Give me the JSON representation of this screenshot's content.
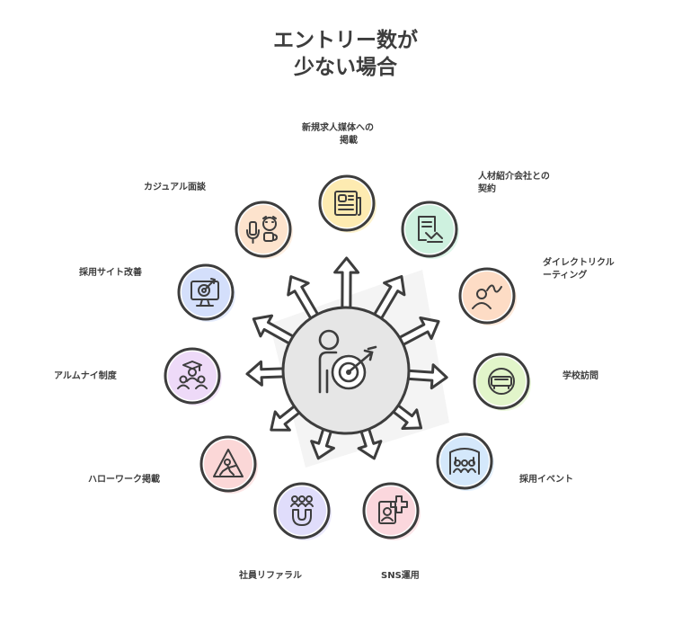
{
  "title_lines": [
    "エントリー数が",
    "少ない場合"
  ],
  "center": {
    "icon": "person-target-icon",
    "fill": "#e6e6e6"
  },
  "nodes": [
    {
      "id": "media",
      "label_lines": [
        "新規求人媒体への",
        "掲載"
      ],
      "icon": "newspaper-icon",
      "color": "#fde9a8"
    },
    {
      "id": "agency",
      "label_lines": [
        "人材紹介会社との",
        "契約"
      ],
      "icon": "contract-handshake-icon",
      "color": "#c9f0dc"
    },
    {
      "id": "direct",
      "label_lines": [
        "ダイレクトリクル",
        "ーティング"
      ],
      "icon": "person-connection-icon",
      "color": "#fdd8bf"
    },
    {
      "id": "school",
      "label_lines": [
        "学校訪問"
      ],
      "icon": "bus-icon",
      "color": "#dff4c4"
    },
    {
      "id": "event",
      "label_lines": [
        "採用イベント"
      ],
      "icon": "event-hall-icon",
      "color": "#cfe6fb"
    },
    {
      "id": "sns",
      "label_lines": [
        "SNS運用"
      ],
      "icon": "profile-plus-icon",
      "color": "#fbd3d9"
    },
    {
      "id": "referral",
      "label_lines": [
        "社員リファラル"
      ],
      "icon": "magnet-people-icon",
      "color": "#ddd9fb"
    },
    {
      "id": "hellowork",
      "label_lines": [
        "ハローワーク掲載"
      ],
      "icon": "construction-sign-icon",
      "color": "#fbd3d3"
    },
    {
      "id": "alumni",
      "label_lines": [
        "アルムナイ制度"
      ],
      "icon": "graduates-icon",
      "color": "#ecd6f7"
    },
    {
      "id": "website",
      "label_lines": [
        "採用サイト改善"
      ],
      "icon": "monitor-target-icon",
      "color": "#cfdcfb"
    },
    {
      "id": "interview",
      "label_lines": [
        "カジュアル面談"
      ],
      "icon": "mic-person-icon",
      "color": "#fde0c8"
    }
  ]
}
